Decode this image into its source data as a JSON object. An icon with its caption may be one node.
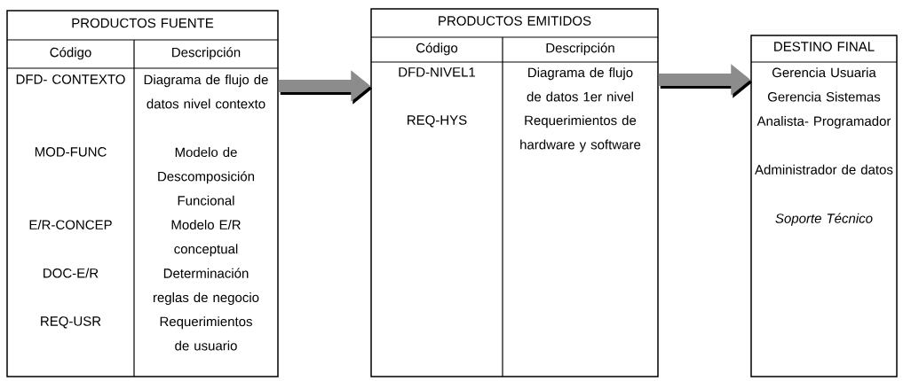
{
  "diagram": {
    "nodes": [
      {
        "text": [
          "PRODUCTOS FUENTE",
          "Código",
          "Descripción",
          "DFD- CONTEXTO",
          "Diagrama de flujo de datos nivel contexto",
          "MOD-FUNC",
          "Modelo de Descomposición Funcional",
          "E/R-CONCEP",
          "Modelo E/R conceptual",
          "DOC-E/R",
          "Determinación reglas de negocio",
          "REQ-USR",
          "Requerimientos de usuario"
        ]
      },
      {
        "text": [
          "PRODUCTOS EMITIDOS",
          "Código",
          "Descripción",
          "DFD-NIVEL1",
          "Diagrama de flujo de datos 1er nivel",
          "REQ-HYS",
          "Requerimientos de hardware y software"
        ]
      },
      {
        "text": [
          "DESTINO FINAL",
          "Gerencia Usuaria",
          "Gerencia Sistemas",
          "Analista- Programador",
          "Administrador de datos",
          "Soporte Técnico"
        ]
      }
    ],
    "edges": [
      {
        "from": 0,
        "to": 1,
        "arrow": "to"
      },
      {
        "from": 1,
        "to": 2,
        "arrow": "to"
      }
    ]
  }
}
